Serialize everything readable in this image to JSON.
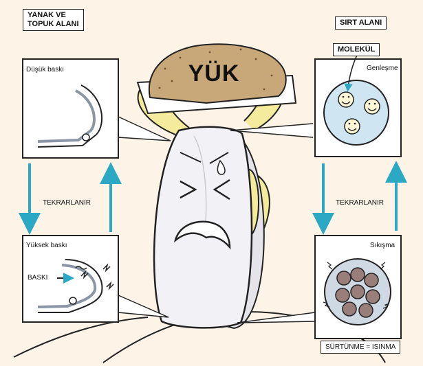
{
  "left_header": [
    "YANAK VE",
    "TOPUK ALANI"
  ],
  "right_header": "SIRT ALANI",
  "load_label": "YÜK",
  "molecule_label": "MOLEKÜL",
  "left_top_panel": "Düşük baskı",
  "left_bottom_panel": "Yüksek baskı",
  "pressure_label": "BASKI",
  "right_top_panel": "Genleşme",
  "right_bottom_panel": "Sıkışma",
  "repeat_left": "TEKRARLANIR",
  "repeat_right": "TEKRARLANIR",
  "friction_label": "SÜRTÜNME = ISINMA",
  "colors": {
    "arrow": "#2aa8c4",
    "character": "#f4eb9c",
    "load": "#c8a878",
    "circle_top": "#cfe6f2",
    "circle_bottom": "#cfd9e3",
    "molecule_hot": "#9a7e7a"
  }
}
